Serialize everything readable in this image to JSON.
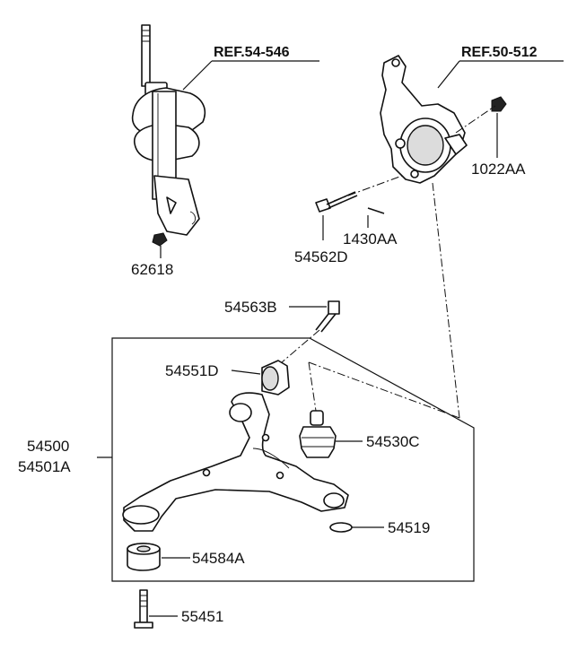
{
  "refs": {
    "strut": "REF.54-546",
    "knuckle": "REF.50-512"
  },
  "parts": {
    "strut_nut": "62618",
    "knuckle_nut": "1022AA",
    "cotter_pin": "1430AA",
    "knuckle_bolt": "54562D",
    "bushing_bolt": "54563B",
    "front_bushing": "54551D",
    "arm_assy_1": "54500",
    "arm_assy_2": "54501A",
    "ball_joint": "54530C",
    "ring": "54519",
    "rear_bushing": "54584A",
    "arm_bolt": "55451"
  }
}
